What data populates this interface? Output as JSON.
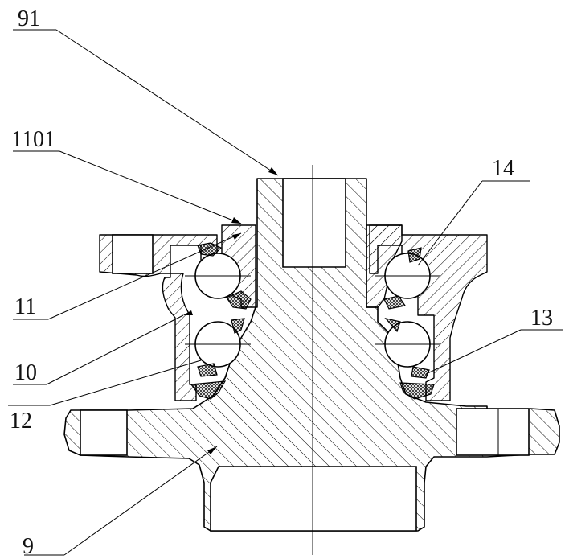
{
  "diagram": {
    "labels": {
      "part_91": "91",
      "part_1101": "1101",
      "part_14": "14",
      "part_13": "13",
      "part_11": "11",
      "part_10": "10",
      "part_12": "12",
      "part_9": "9"
    }
  }
}
